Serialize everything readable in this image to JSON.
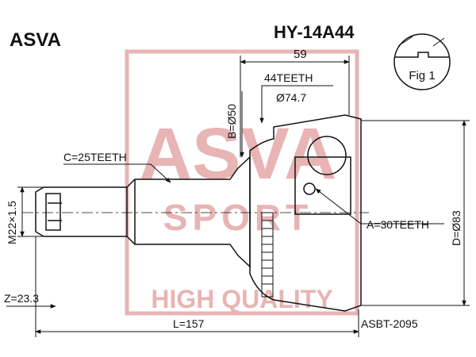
{
  "brand": "ASVA",
  "part_number": "HY-14A44",
  "figure_label": "Fig 1",
  "watermark": {
    "logo_text": "ASVA",
    "sub_text": "SPORT",
    "tagline": "HIGH QUALITY",
    "color": "#e8b4b4"
  },
  "dimensions": {
    "width_top": "59",
    "abs_teeth": "44TEETH",
    "abs_diameter": "Ø74.7",
    "b_dim": "B=Ø50",
    "c_teeth": "C=25TEETH",
    "thread": "M22×1.5",
    "a_teeth": "A=30TEETH",
    "d_dim": "D=Ø83",
    "z_dim": "Z=23.3",
    "length": "L=157"
  },
  "reference": "ASBT-2095",
  "colors": {
    "line": "#111111",
    "watermark": "#e8b4b4"
  }
}
